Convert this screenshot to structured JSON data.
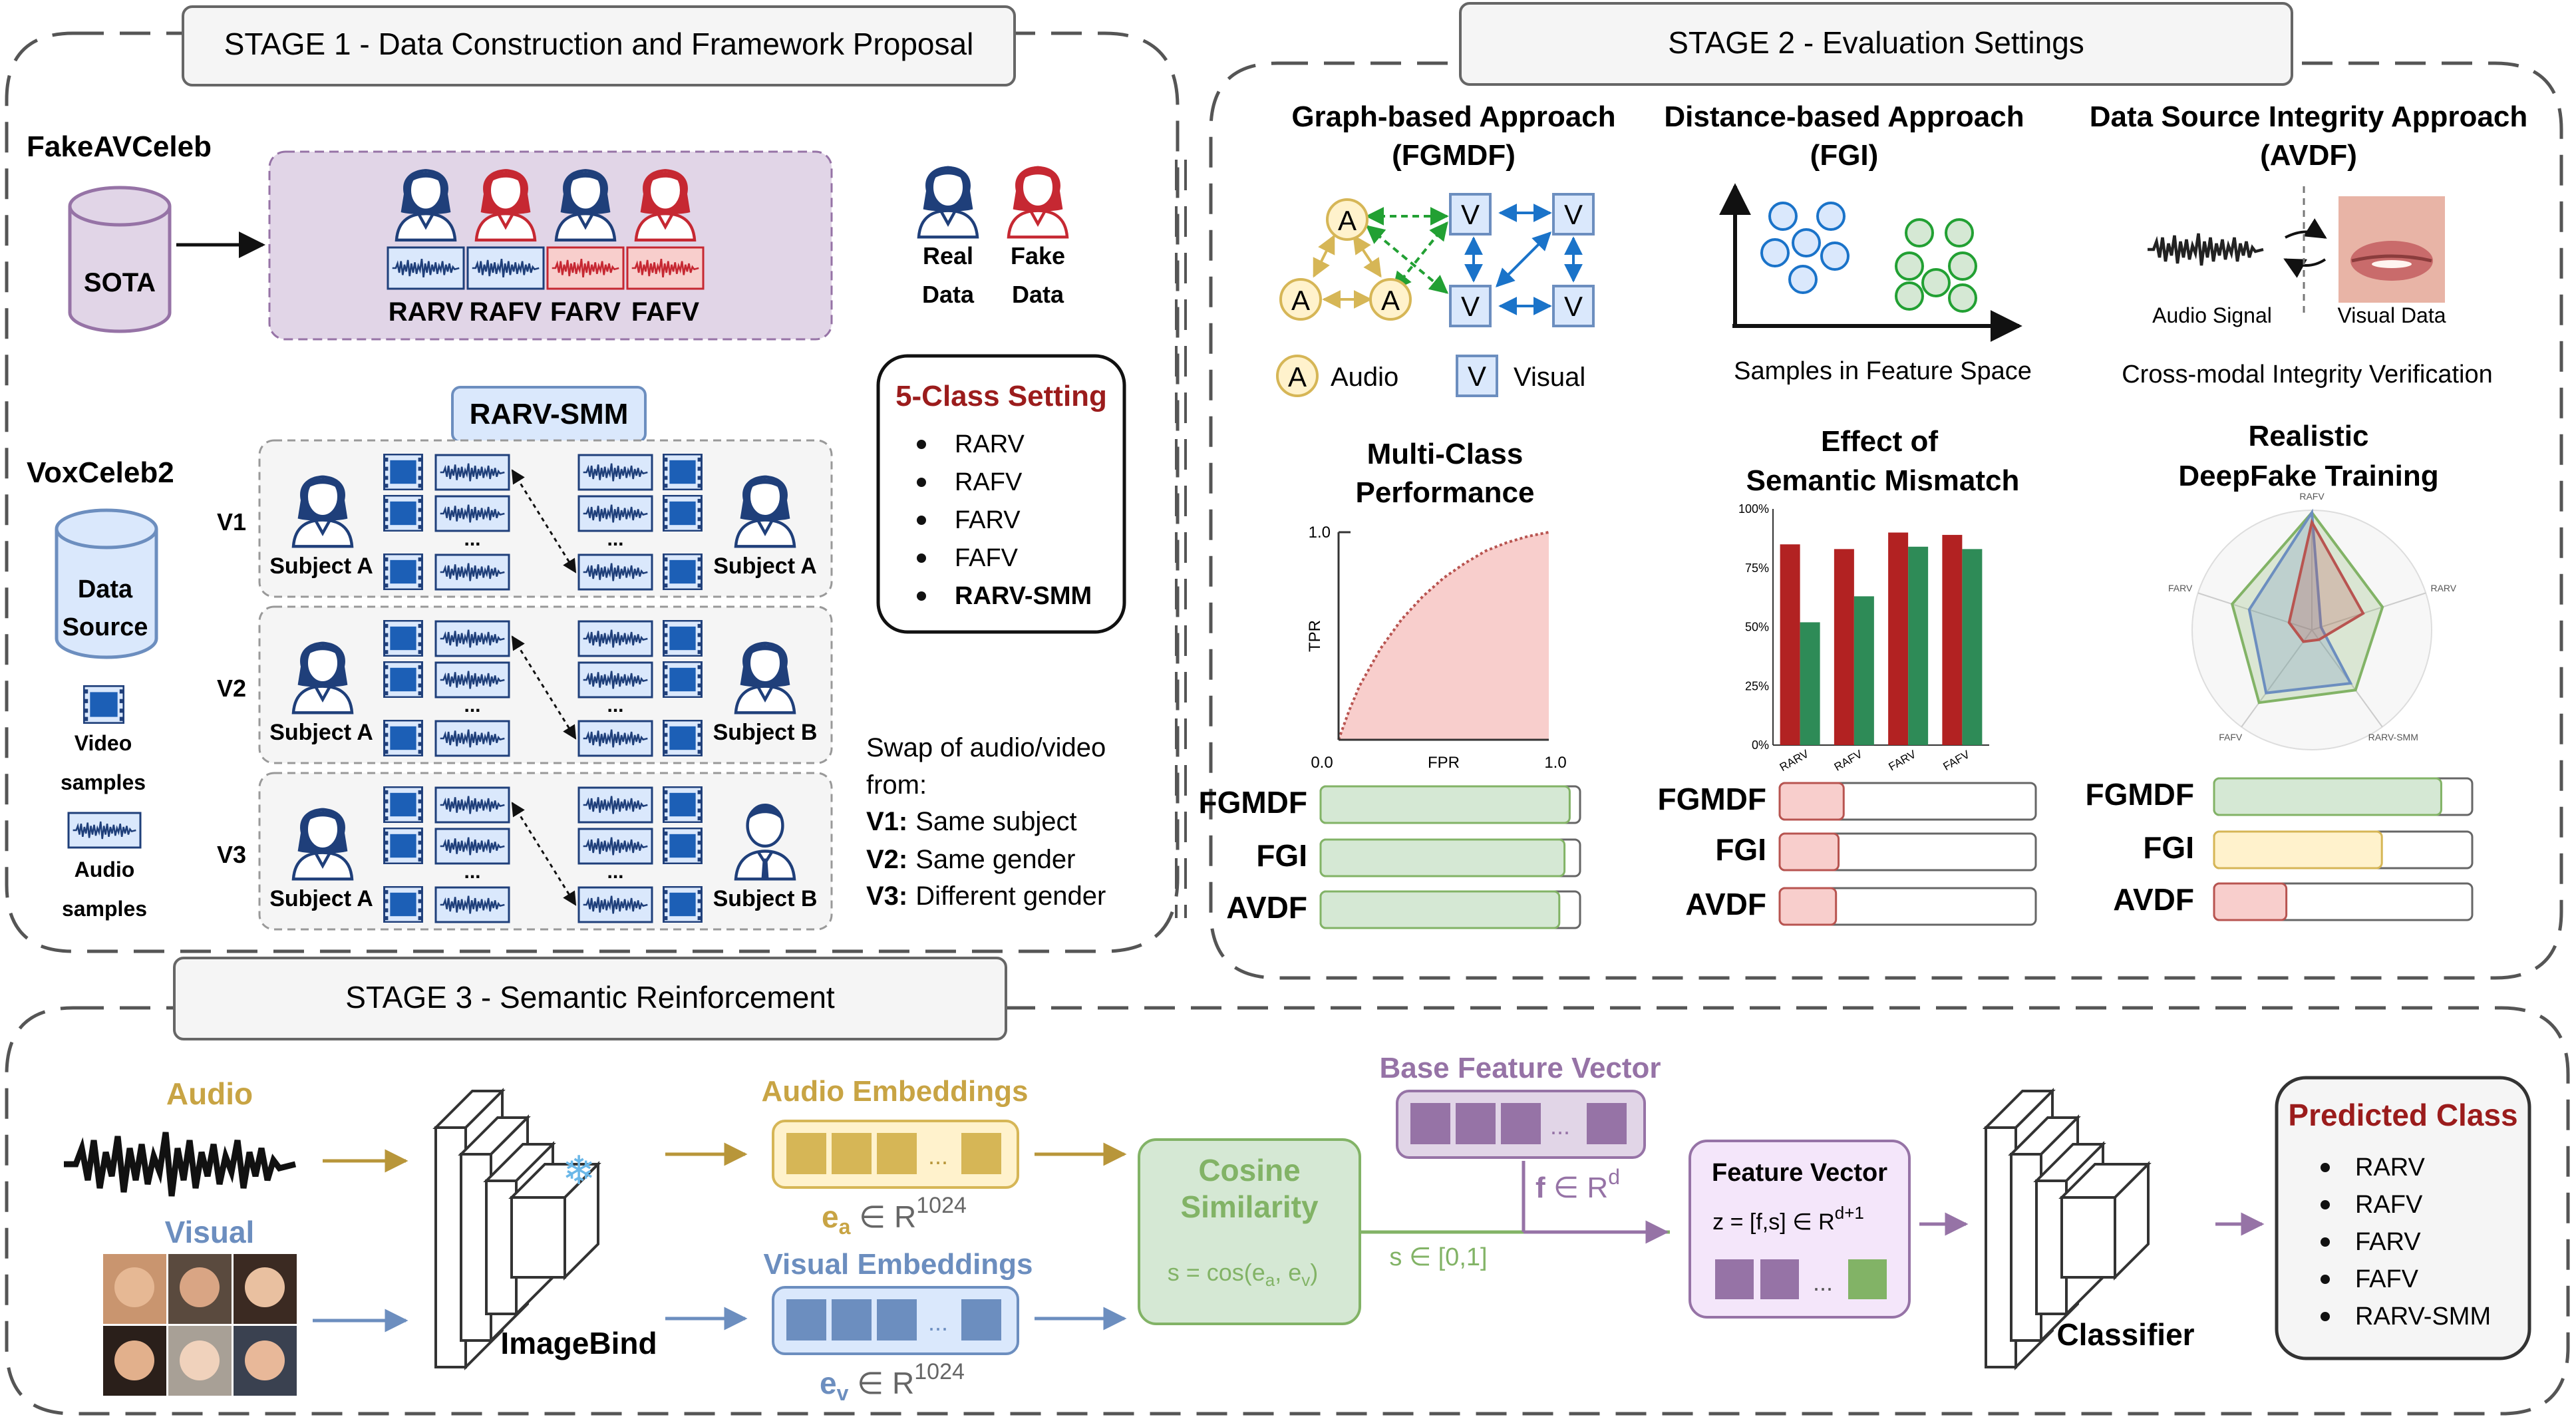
{
  "stage1": {
    "title": "STAGE 1 - Data Construction and Framework Proposal",
    "fakeav_label": "FakeAVCeleb",
    "sota_label": "SOTA",
    "categories": [
      "RARV",
      "RAFV",
      "FARV",
      "FAFV"
    ],
    "legend_real": [
      "Real",
      "Data"
    ],
    "legend_fake": [
      "Fake",
      "Data"
    ],
    "vox_label": "VoxCeleb2",
    "source_label": [
      "Data",
      "Source"
    ],
    "video_samples": [
      "Video",
      "samples"
    ],
    "audio_samples": [
      "Audio",
      "samples"
    ],
    "smm_label": "RARV-SMM",
    "rows": [
      {
        "v": "V1",
        "left": "Subject A",
        "right": "Subject A"
      },
      {
        "v": "V2",
        "left": "Subject A",
        "right": "Subject B"
      },
      {
        "v": "V3",
        "left": "Subject A",
        "right": "Subject B"
      }
    ],
    "dots": "...",
    "class_title": "5-Class Setting",
    "classes": [
      "RARV",
      "RAFV",
      "FARV",
      "FAFV",
      "RARV-SMM"
    ],
    "swap_lines": [
      "Swap of audio/video",
      "from:"
    ],
    "swap_items": [
      {
        "k": "V1:",
        "t": "Same subject"
      },
      {
        "k": "V2:",
        "t": "Same gender"
      },
      {
        "k": "V3:",
        "t": "Different gender"
      }
    ]
  },
  "stage2": {
    "title": "STAGE 2 - Evaluation Settings",
    "approaches": [
      {
        "line1": "Graph-based Approach",
        "line2": "(FGMDF)"
      },
      {
        "line1": "Distance-based Approach",
        "line2": "(FGI)"
      },
      {
        "line1": "Data Source Integrity Approach",
        "line2": "(AVDF)"
      }
    ],
    "node_a": "A",
    "node_v": "V",
    "legend_audio": "Audio",
    "legend_visual": "Visual",
    "feature_space": "Samples in Feature Space",
    "audio_signal": "Audio Signal",
    "visual_data": "Visual Data",
    "integrity": "Cross-modal Integrity Verification",
    "panel_titles": [
      [
        "Multi-Class",
        "Performance"
      ],
      [
        "Effect of",
        "Semantic Mismatch"
      ],
      [
        "Realistic",
        "DeepFake Training"
      ]
    ],
    "methods": [
      "FGMDF",
      "FGI",
      "AVDF"
    ]
  },
  "stage3": {
    "title": "STAGE 3 - Semantic Reinforcement",
    "audio_label": "Audio",
    "visual_label": "Visual",
    "imagebind": "ImageBind",
    "snowflake": "❄",
    "audio_emb": "Audio Embeddings",
    "visual_emb": "Visual Embeddings",
    "ea_sym": "e",
    "ea_sub": "a",
    "ev_sub": "v",
    "in_r": " ∈ R",
    "dim": "1024",
    "cosine": [
      "Cosine",
      "Similarity"
    ],
    "cos_formula": "s = cos(e",
    "cos_formula_mid": ", e",
    "cos_formula_end": ")",
    "s_range": "s ∈ [0,1]",
    "base_vec": "Base Feature Vector",
    "f_sym": "f",
    "f_dim": "d",
    "fv_title": "Feature Vector",
    "fv_formula": "z = [f,s] ∈ R",
    "fv_dim": "d+1",
    "classifier": "Classifier",
    "pred_title": "Predicted Class",
    "pred_classes": [
      "RARV",
      "RAFV",
      "FARV",
      "FAFV",
      "RARV-SMM"
    ]
  },
  "colors": {
    "real": "#1f3f7a",
    "fake": "#c62832",
    "audio": "#c8a444",
    "visual": "#6c8ebf",
    "green": "#82b366",
    "purple": "#9673a6",
    "dark_red": "#9b1c1c"
  },
  "chart_data": [
    {
      "type": "area",
      "title": "",
      "xlabel": "FPR",
      "ylabel": "TPR",
      "xlim": [
        0,
        1
      ],
      "ylim": [
        0,
        1
      ],
      "x_ticks": [
        "0.0",
        "1.0"
      ],
      "y_ticks": [
        "0.0",
        "1.0"
      ],
      "x": [
        0,
        0.05,
        0.1,
        0.2,
        0.3,
        0.4,
        0.5,
        0.6,
        0.7,
        0.8,
        0.9,
        1.0
      ],
      "y": [
        0,
        0.14,
        0.26,
        0.44,
        0.58,
        0.69,
        0.78,
        0.85,
        0.91,
        0.95,
        0.98,
        1.0
      ]
    },
    {
      "type": "bar",
      "title": "",
      "categories": [
        "RARV",
        "RAFV",
        "FARV",
        "FAFV"
      ],
      "y_ticks": [
        "0%",
        "25%",
        "50%",
        "75%",
        "100%"
      ],
      "ylim": [
        0,
        100
      ],
      "series": [
        {
          "color": "#b22222",
          "values": [
            85,
            83,
            90,
            89
          ]
        },
        {
          "color": "#2e8b57",
          "values": [
            52,
            63,
            84,
            83
          ]
        }
      ]
    },
    {
      "type": "radar",
      "title": "",
      "axes": [
        "RAFV",
        "RARV",
        "RARV-SMM",
        "FAFV",
        "FARV"
      ],
      "series": [
        {
          "color": "#82b366",
          "values": [
            0.98,
            0.62,
            0.62,
            0.75,
            0.7
          ]
        },
        {
          "color": "#6c8ebf",
          "values": [
            0.98,
            0.08,
            0.55,
            0.65,
            0.55
          ]
        },
        {
          "color": "#b85450",
          "values": [
            0.9,
            0.45,
            0.1,
            0.12,
            0.2
          ]
        }
      ]
    },
    {
      "type": "bar",
      "title": "",
      "categories": [
        "FGMDF",
        "FGI",
        "AVDF"
      ],
      "values": [
        0.96,
        0.94,
        0.92
      ],
      "color": "#d5e8d4"
    },
    {
      "type": "bar",
      "title": "",
      "categories": [
        "FGMDF",
        "FGI",
        "AVDF"
      ],
      "values": [
        0.25,
        0.23,
        0.22
      ],
      "color": "#f8cecc"
    },
    {
      "type": "bar",
      "title": "",
      "categories": [
        "FGMDF",
        "FGI",
        "AVDF"
      ],
      "values": [
        0.88,
        0.65,
        0.28
      ],
      "colors": [
        "#d5e8d4",
        "#fff2cc",
        "#f8cecc"
      ]
    }
  ]
}
